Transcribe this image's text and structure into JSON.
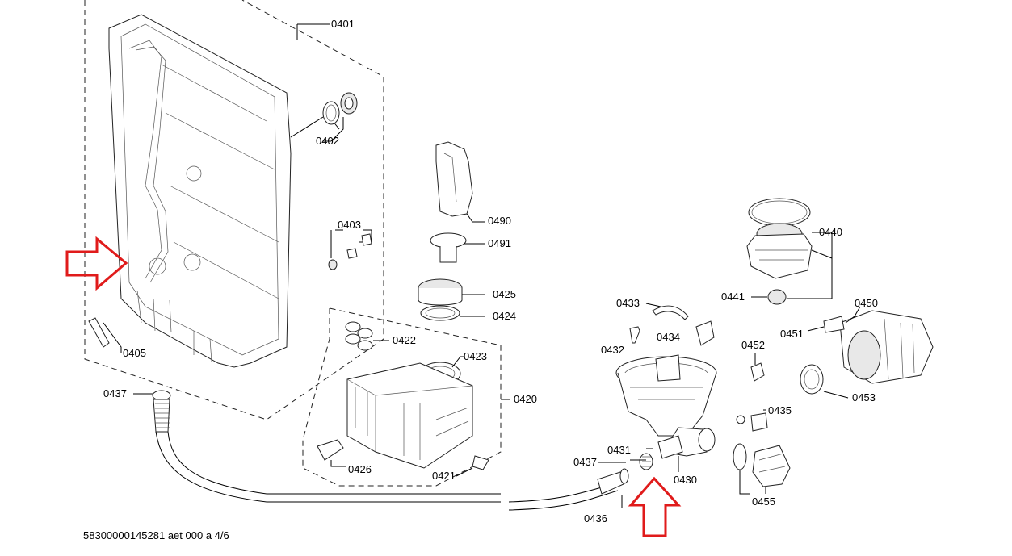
{
  "footer_code": "58300000145281 aet 000 a 4/6",
  "callouts": {
    "c0401": "0401",
    "c0402": "0402",
    "c0403": "0403",
    "c0405": "0405",
    "c0437a": "0437",
    "c0490": "0490",
    "c0491": "0491",
    "c0425": "0425",
    "c0424": "0424",
    "c0422": "0422",
    "c0423": "0423",
    "c0420": "0420",
    "c0426": "0426",
    "c0421": "0421",
    "c0433": "0433",
    "c0434": "0434",
    "c0432": "0432",
    "c0440": "0440",
    "c0441": "0441",
    "c0450": "0450",
    "c0451": "0451",
    "c0452": "0452",
    "c0453": "0453",
    "c0435": "0435",
    "c0431": "0431",
    "c0437b": "0437",
    "c0430": "0430",
    "c0436": "0436",
    "c0455": "0455"
  },
  "highlight_color": "#e01b1b"
}
